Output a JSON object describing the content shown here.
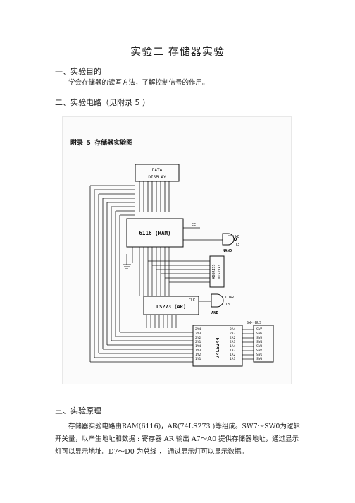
{
  "title": "实验二 存储器实验",
  "sections": [
    {
      "heading": "一、实验目的",
      "text": "学会存储器的读写方法，了解控制信号的作用。"
    },
    {
      "heading": "二、实验电路（见附录 5 ）"
    },
    {
      "heading": "三、实验原理",
      "text": "存储器实验电路由RAM(6116)，AR(74LS273 )等组成。SW7～SW0为逻辑开关量，以产生地址和数据 : 寄存器 AR 输出 A7～A0 提供存储器地址，通过显示灯可以显示地址。D7～D0 为总线 ， 通过显示灯可以显示数据。"
    }
  ],
  "figure": {
    "caption": "附录 5   存储器实验图",
    "data_display": [
      "DATA",
      "DISPLAY"
    ],
    "ram": "6116 (RAM)",
    "ar": "LS273 (AR)",
    "buffer": "74LS244",
    "address_display": [
      "ADDRESS",
      "DISPLAY"
    ],
    "nand_label": "NAND",
    "and_label": "AND",
    "signals": {
      "we": "WE",
      "t3": "T3",
      "ldar": "LDAR",
      "t3b": "T3",
      "sw_bus": "SW--BUS",
      "ce": "CE",
      "clk": "CLK"
    },
    "switches": [
      "SW7",
      "SW6",
      "SW5",
      "SW4",
      "SW3",
      "SW2",
      "SW1",
      "SW0"
    ],
    "buf_left": [
      "2Y4",
      "2Y3",
      "2Y2",
      "2Y1",
      "1Y4",
      "1Y3",
      "1Y2",
      "1Y1"
    ],
    "buf_right": [
      "2A4",
      "2A3",
      "2A2",
      "2A1",
      "1A4",
      "1A3",
      "1A2",
      "1A1"
    ]
  }
}
